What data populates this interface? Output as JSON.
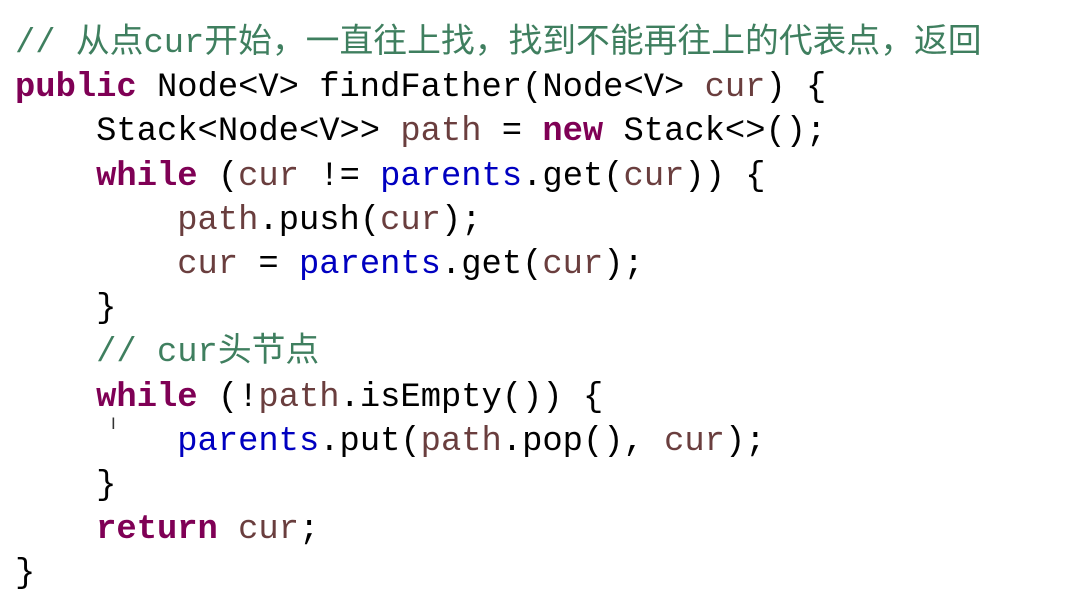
{
  "code_lines": [
    [
      [
        "// 从点cur开始，一直往上找，找到不能再往上的代表点，返回",
        "comment"
      ]
    ],
    [
      [
        "public",
        "kw"
      ],
      [
        " Node<V> findFather(Node<V> ",
        "plain"
      ],
      [
        "cur",
        "var"
      ],
      [
        ") {",
        "plain"
      ]
    ],
    [
      [
        "    Stack<Node<V>> ",
        "plain"
      ],
      [
        "path",
        "var"
      ],
      [
        " = ",
        "plain"
      ],
      [
        "new",
        "kw"
      ],
      [
        " Stack<>();",
        "plain"
      ]
    ],
    [
      [
        "    ",
        "plain"
      ],
      [
        "while",
        "kw"
      ],
      [
        " (",
        "plain"
      ],
      [
        "cur",
        "var"
      ],
      [
        " != ",
        "plain"
      ],
      [
        "parents",
        "field"
      ],
      [
        ".get(",
        "plain"
      ],
      [
        "cur",
        "var"
      ],
      [
        ")) {",
        "plain"
      ]
    ],
    [
      [
        "        ",
        "plain"
      ],
      [
        "path",
        "var"
      ],
      [
        ".push(",
        "plain"
      ],
      [
        "cur",
        "var"
      ],
      [
        ");",
        "plain"
      ]
    ],
    [
      [
        "        ",
        "plain"
      ],
      [
        "cur",
        "var"
      ],
      [
        " = ",
        "plain"
      ],
      [
        "parents",
        "field"
      ],
      [
        ".get(",
        "plain"
      ],
      [
        "cur",
        "var"
      ],
      [
        ");",
        "plain"
      ]
    ],
    [
      [
        "    }",
        "plain"
      ]
    ],
    [
      [
        "    // cur头节点",
        "comment"
      ]
    ],
    [
      [
        "    ",
        "plain"
      ],
      [
        "while",
        "kw"
      ],
      [
        " (!",
        "plain"
      ],
      [
        "path",
        "var"
      ],
      [
        ".isEmpty()) {",
        "plain"
      ]
    ],
    [
      [
        "        ",
        "plain"
      ],
      [
        "parents",
        "field"
      ],
      [
        ".put(",
        "plain"
      ],
      [
        "path",
        "var"
      ],
      [
        ".pop(), ",
        "plain"
      ],
      [
        "cur",
        "var"
      ],
      [
        ");",
        "plain"
      ]
    ],
    [
      [
        "    }",
        "plain"
      ]
    ],
    [
      [
        "    ",
        "plain"
      ],
      [
        "return",
        "kw"
      ],
      [
        " ",
        "plain"
      ],
      [
        "cur",
        "var"
      ],
      [
        ";",
        "plain"
      ]
    ],
    [
      [
        "}",
        "plain"
      ]
    ]
  ],
  "colors": {
    "keyword": "#7f0055",
    "variable": "#6a3e3e",
    "field": "#0000c0",
    "comment": "#3f7f5f"
  }
}
